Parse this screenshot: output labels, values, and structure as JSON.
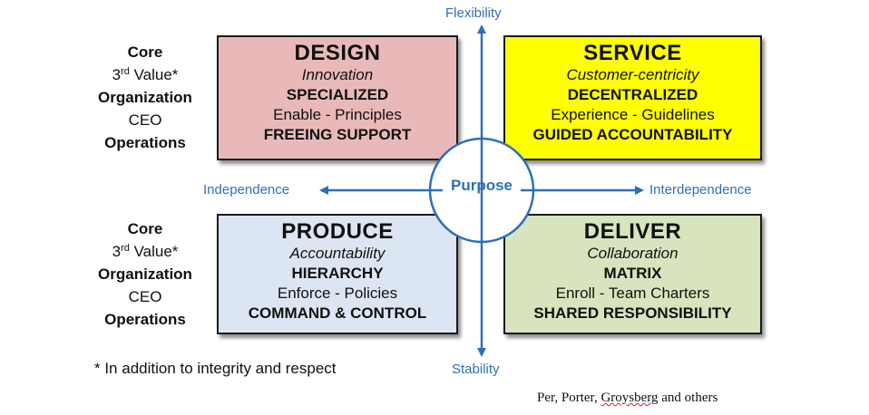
{
  "diagram": {
    "axes": {
      "top": "Flexibility",
      "bottom": "Stability",
      "left": "Independence",
      "right": "Interdependence",
      "center": "Purpose"
    },
    "row_labels": [
      {
        "core": "Core",
        "value_ordinal": "3",
        "value_suffix": "rd",
        "value_text": " Value*",
        "organization": "Organization",
        "ceo": "CEO",
        "operations": "Operations"
      },
      {
        "core": "Core",
        "value_ordinal": "3",
        "value_suffix": "rd",
        "value_text": " Value*",
        "organization": "Organization",
        "ceo": "CEO",
        "operations": "Operations"
      }
    ],
    "quadrants": {
      "design": {
        "title": "DESIGN",
        "value": "Innovation",
        "organization": "SPECIALIZED",
        "ceo": "Enable - Principles",
        "operations": "FREEING SUPPORT",
        "color": "#e9b9b9"
      },
      "service": {
        "title": "SERVICE",
        "value": "Customer-centricity",
        "organization": "DECENTRALIZED",
        "ceo": "Experience - Guidelines",
        "operations": "GUIDED ACCOUNTABILITY",
        "color": "#ffff00"
      },
      "produce": {
        "title": "PRODUCE",
        "value": "Accountability",
        "organization": "HIERARCHY",
        "ceo": "Enforce - Policies",
        "operations": "COMMAND & CONTROL",
        "color": "#dce6f2"
      },
      "deliver": {
        "title": "DELIVER",
        "value": "Collaboration",
        "organization": "MATRIX",
        "ceo": "Enroll - Team Charters",
        "operations": "SHARED RESPONSIBILITY",
        "color": "#d7e4bd"
      }
    },
    "footnote": "* In addition to integrity and respect",
    "credit": {
      "prefix": "Per, Porter, ",
      "squiggle": "Groysberg",
      "suffix": " and others"
    },
    "accent_color": "#2f6fb9"
  }
}
